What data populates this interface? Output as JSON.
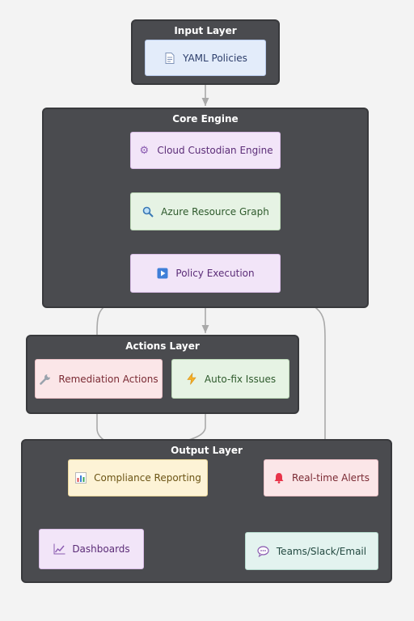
{
  "layers": {
    "input": "Input Layer",
    "core": "Core Engine",
    "actions": "Actions Layer",
    "output": "Output Layer"
  },
  "nodes": {
    "yaml_policies": {
      "label": "YAML Policies",
      "icon": "document-icon"
    },
    "cloud_custodian": {
      "label": "Cloud Custodian Engine",
      "icon": "gear-icon"
    },
    "azure_graph": {
      "label": "Azure Resource Graph",
      "icon": "magnifier-icon"
    },
    "policy_execution": {
      "label": "Policy Execution",
      "icon": "play-icon"
    },
    "remediation": {
      "label": "Remediation Actions",
      "icon": "wrench-icon"
    },
    "autofix": {
      "label": "Auto-fix Issues",
      "icon": "lightning-icon"
    },
    "compliance": {
      "label": "Compliance Reporting",
      "icon": "bar-chart-icon"
    },
    "alerts": {
      "label": "Real-time Alerts",
      "icon": "bell-icon"
    },
    "dashboards": {
      "label": "Dashboards",
      "icon": "line-chart-icon"
    },
    "teams": {
      "label": "Teams/Slack/Email",
      "icon": "speech-bubble-icon"
    }
  },
  "colors": {
    "layer_bg": "#4a4b4f",
    "edge": "#a9a9a9",
    "blue": "#e3ecfa",
    "purple": "#f2e5f8",
    "green": "#e6f3e4",
    "pink": "#fbe6e8",
    "yellow": "#fdf3d6",
    "mint": "#e3f3ef"
  }
}
